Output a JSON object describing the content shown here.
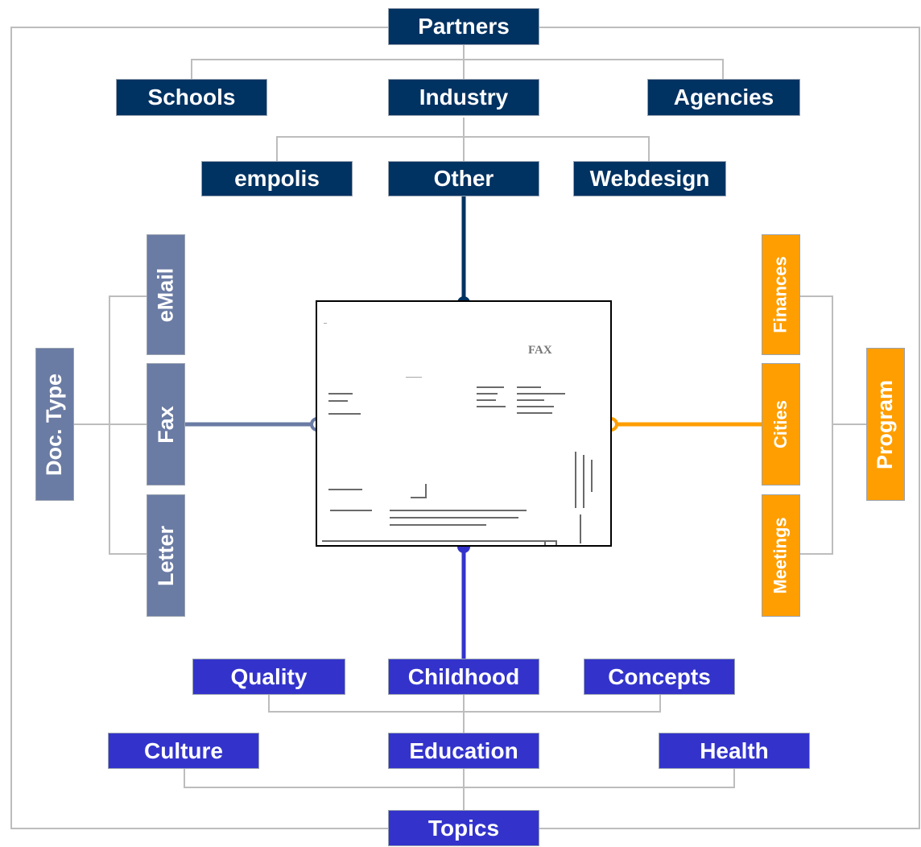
{
  "colors": {
    "partners": "#003262",
    "topics": "#3333cc",
    "doc_type": "#6a7ba4",
    "program": "#ff9e00",
    "connector": "#bdbdbd"
  },
  "partners": {
    "label": "Partners",
    "children": [
      "Schools",
      "Industry",
      "Agencies"
    ],
    "industry_children": [
      "empolis",
      "Other",
      "Webdesign"
    ]
  },
  "topics": {
    "label": "Topics",
    "row1": [
      "Quality",
      "Childhood",
      "Concepts"
    ],
    "row2": [
      "Culture",
      "Education",
      "Health"
    ]
  },
  "doc_type": {
    "label": "Doc. Type",
    "children": [
      "eMail",
      "Fax",
      "Letter"
    ]
  },
  "program": {
    "label": "Program",
    "children": [
      "Finances",
      "Cities",
      "Meetings"
    ]
  },
  "document": {
    "heading": "FAX"
  }
}
